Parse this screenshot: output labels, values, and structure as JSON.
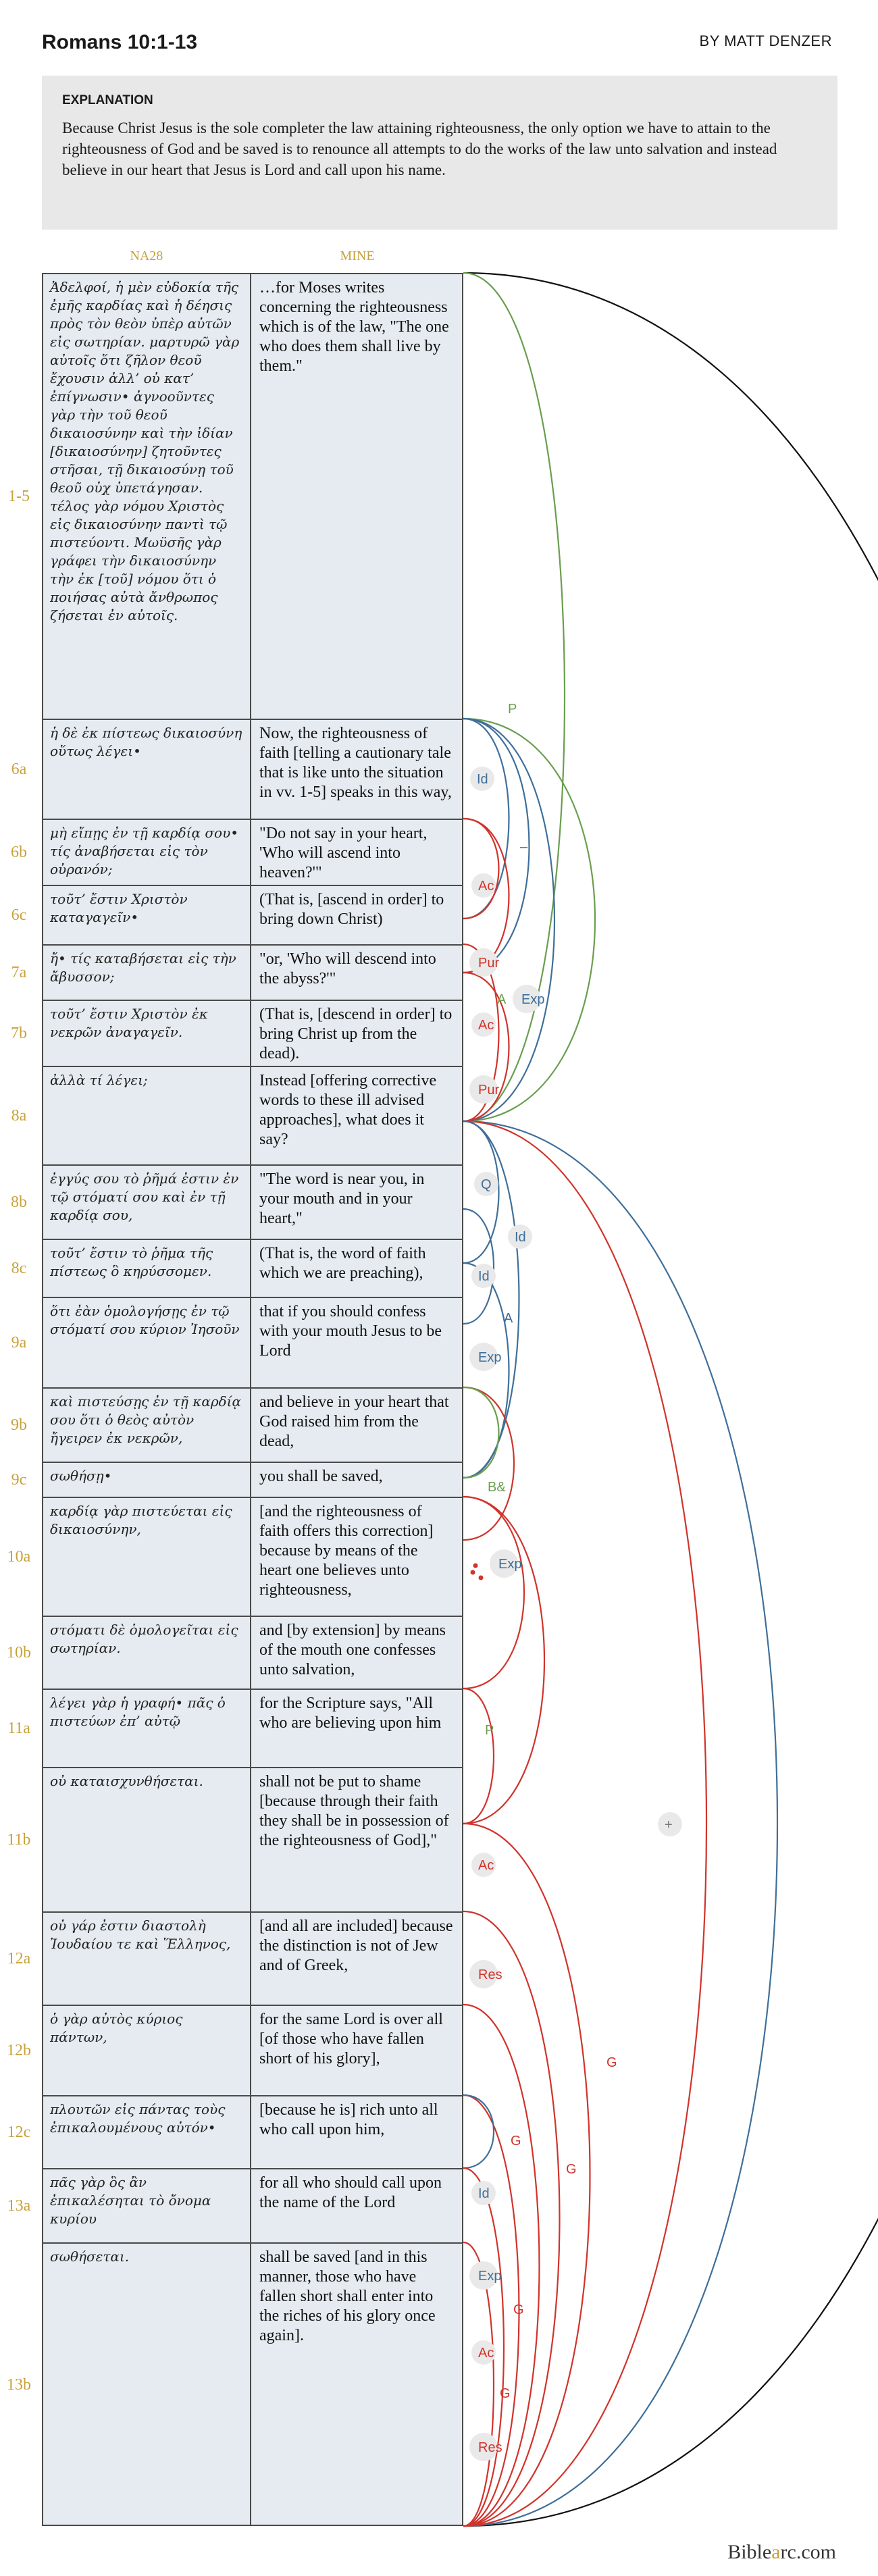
{
  "header": {
    "title": "Romans 10:1-13",
    "author": "BY MATT DENZER"
  },
  "explanation": {
    "heading": "EXPLANATION",
    "body": "Because Christ Jesus is the sole completer the law attaining righteousness, the only option we have to attain to the righteousness of God and be saved is to renounce all attempts to do the works of the law unto salvation and instead believe in our heart that Jesus is Lord and call upon his name."
  },
  "columns": {
    "greek": "NA28",
    "english": "MINE"
  },
  "rows": [
    {
      "label": "1-5",
      "greek": "Ἀδελφοί, ἡ μὲν εὐδοκία τῆς ἐμῆς καρδίας καὶ ἡ δέησις πρὸς τὸν θεὸν ὑπὲρ αὐτῶν εἰς σωτηρίαν. μαρτυρῶ γὰρ αὐτοῖς ὅτι ζῆλον θεοῦ ἔχουσιν ἀλλ’ οὐ κατ’ ἐπίγνωσιν• ἀγνοοῦντες γὰρ τὴν τοῦ θεοῦ δικαιοσύνην καὶ τὴν ἰδίαν [δικαιοσύνην] ζητοῦντες στῆσαι, τῇ δικαιοσύνῃ τοῦ θεοῦ οὐχ ὑπετάγησαν. τέλος γὰρ νόμου Χριστὸς εἰς δικαιοσύνην παντὶ τῷ πιστεύοντι. Μωϋσῆς γὰρ γράφει τὴν δικαιοσύνην τὴν ἐκ [τοῦ] νόμου ὅτι ὁ ποιήσας αὐτὰ ἄνθρωπος ζήσεται ἐν αὐτοῖς.",
      "english": "…for Moses writes concerning the righteousness which is of the law, \"The one who does them shall live by them.\""
    },
    {
      "label": "6a",
      "greek": "ἡ δὲ ἐκ πίστεως δικαιοσύνη οὕτως λέγει•",
      "english": "Now, the righteousness of faith [telling a cautionary tale that is like unto the situation in vv. 1-5] speaks in this way,"
    },
    {
      "label": "6b",
      "greek": "μὴ εἴπῃς ἐν τῇ καρδίᾳ σου• τίς ἀναβήσεται εἰς τὸν οὐρανόν;",
      "english": "\"Do not say in your heart, 'Who will ascend into heaven?'\""
    },
    {
      "label": "6c",
      "greek": "τοῦτ’ ἔστιν Χριστὸν καταγαγεῖν•",
      "english": "(That is, [ascend in order] to bring down Christ)"
    },
    {
      "label": "7a",
      "greek": "ἤ• τίς καταβήσεται εἰς τὴν ἄβυσσον;",
      "english": "\"or, 'Who will descend into the abyss?'\""
    },
    {
      "label": "7b",
      "greek": "τοῦτ’ ἔστιν Χριστὸν ἐκ νεκρῶν ἀναγαγεῖν.",
      "english": "(That is, [descend in order] to bring Christ up from the dead)."
    },
    {
      "label": "8a",
      "greek": "ἀλλὰ τί λέγει;",
      "english": "Instead [offering corrective words to these ill advised approaches], what does it say?"
    },
    {
      "label": "8b",
      "greek": "ἐγγύς σου τὸ ῥῆμά ἐστιν ἐν τῷ στόματί σου καὶ ἐν τῇ καρδίᾳ σου,",
      "english": "\"The word is near you, in your mouth and in your heart,\""
    },
    {
      "label": "8c",
      "greek": "τοῦτ’ ἔστιν τὸ ῥῆμα τῆς πίστεως ὃ κηρύσσομεν.",
      "english": "(That is, the word of faith which we are preaching),"
    },
    {
      "label": "9a",
      "greek": "ὅτι ἐὰν ὁμολογήσῃς ἐν τῷ στόματί σου κύριον Ἰησοῦν",
      "english": "that if you should confess with your mouth Jesus to be Lord"
    },
    {
      "label": "9b",
      "greek": "καὶ πιστεύσῃς ἐν τῇ καρδίᾳ σου ὅτι ὁ θεὸς αὐτὸν ἤγειρεν ἐκ νεκρῶν,",
      "english": "and believe in your heart that God raised him from the dead,"
    },
    {
      "label": "9c",
      "greek": "σωθήσῃ•",
      "english": "you shall be saved,"
    },
    {
      "label": "10a",
      "greek": "καρδίᾳ γὰρ πιστεύεται εἰς δικαιοσύνην,",
      "english": "[and the righteousness of faith offers this correction] because by means of the heart one believes unto righteousness,"
    },
    {
      "label": "10b",
      "greek": "στόματι δὲ ὁμολογεῖται εἰς σωτηρίαν.",
      "english": "and [by extension] by means of the mouth one confesses unto salvation,"
    },
    {
      "label": "11a",
      "greek": "λέγει γὰρ ἡ γραφή• πᾶς ὁ πιστεύων ἐπ’ αὐτῷ",
      "english": "for the Scripture says, \"All who are believing upon him"
    },
    {
      "label": "11b",
      "greek": "οὐ καταισχυνθήσεται.",
      "english": "shall not be put to shame [because through their faith they shall be in possession of the righteousness of God],\""
    },
    {
      "label": "12a",
      "greek": "οὐ γάρ ἐστιν διαστολὴ Ἰουδαίου τε καὶ Ἕλληνος,",
      "english": "[and all are included] because the distinction is not of Jew and of Greek,"
    },
    {
      "label": "12b",
      "greek": "ὁ γὰρ αὐτὸς κύριος πάντων,",
      "english": "for the same Lord is over all [of those who have fallen short of his glory],"
    },
    {
      "label": "12c",
      "greek": "πλουτῶν εἰς πάντας τοὺς ἐπικαλουμένους αὐτόν•",
      "english": "[because he is] rich unto all who call upon him,"
    },
    {
      "label": "13a",
      "greek": "πᾶς γὰρ ὃς ἂν ἐπικαλέσηται τὸ ὄνομα κυρίου",
      "english": "for all who should call upon the name of the Lord"
    },
    {
      "label": "13b",
      "greek": "σωθήσεται.",
      "english": "shall be saved [and in this manner, those who have fallen short shall enter into the riches of his glory once again]."
    }
  ],
  "relation_tags": [
    {
      "text": "P",
      "color": "#6a9e4f"
    },
    {
      "text": "Id",
      "color": "#3f6f99"
    },
    {
      "text": "–",
      "color": "#3f6f99"
    },
    {
      "text": "Ac",
      "color": "#d0342c"
    },
    {
      "text": "Pur",
      "color": "#d0342c"
    },
    {
      "text": "A",
      "color": "#6a9e4f"
    },
    {
      "text": "Exp",
      "color": "#3f6f99"
    },
    {
      "text": "Ac",
      "color": "#d0342c"
    },
    {
      "text": "Pur",
      "color": "#d0342c"
    },
    {
      "text": "Q",
      "color": "#3f6f99"
    },
    {
      "text": "Id",
      "color": "#3f6f99"
    },
    {
      "text": "Id",
      "color": "#3f6f99"
    },
    {
      "text": "A",
      "color": "#3f6f99"
    },
    {
      "text": "Exp",
      "color": "#3f6f99"
    },
    {
      "text": "B&",
      "color": "#6a9e4f"
    },
    {
      "text": "Exp",
      "color": "#3f6f99"
    },
    {
      "text": "P",
      "color": "#6a9e4f"
    },
    {
      "text": "Ac",
      "color": "#d0342c"
    },
    {
      "text": "Res",
      "color": "#d0342c"
    },
    {
      "text": "G",
      "color": "#d0342c"
    },
    {
      "text": "G",
      "color": "#d0342c"
    },
    {
      "text": "Id",
      "color": "#3f6f99"
    },
    {
      "text": "G",
      "color": "#d0342c"
    },
    {
      "text": "Exp",
      "color": "#3f6f99"
    },
    {
      "text": "G",
      "color": "#d0342c"
    },
    {
      "text": "Ac",
      "color": "#d0342c"
    },
    {
      "text": "G",
      "color": "#d0342c"
    },
    {
      "text": "Res",
      "color": "#d0342c"
    },
    {
      "text": "+",
      "color": "#777777"
    }
  ],
  "footer": {
    "logo_pre": "Bible",
    "logo_accent": "a",
    "logo_post": "rc.com"
  },
  "colors": {
    "green": "#6a9e4f",
    "blue": "#3f6f99",
    "red": "#d0342c",
    "black": "#111111",
    "accent": "#c8a23a",
    "cell": "#e5ebf0"
  }
}
